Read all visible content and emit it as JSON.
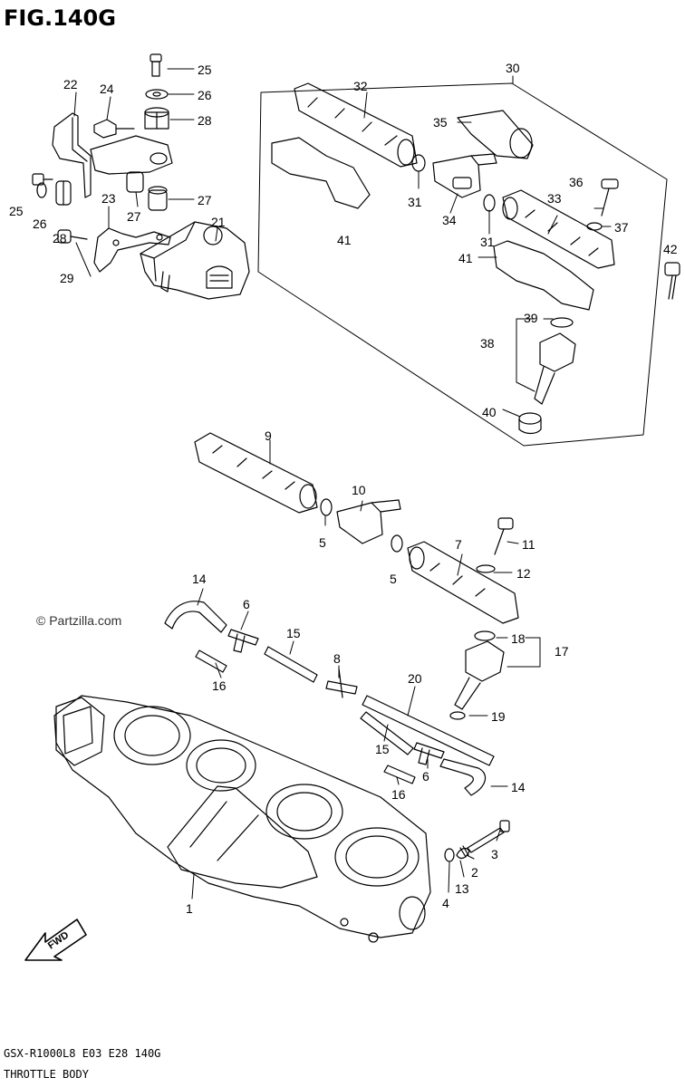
{
  "figure": {
    "title": "FIG.140G",
    "watermark": "© Partzilla.com",
    "footer_model": "GSX-R1000L8  E03  E28  140G",
    "footer_name": "THROTTLE BODY",
    "fwd_label": "FWD"
  },
  "callouts": [
    {
      "id": "c25a",
      "text": "25"
    },
    {
      "id": "c26a",
      "text": "26"
    },
    {
      "id": "c28a",
      "text": "28"
    },
    {
      "id": "c22",
      "text": "22"
    },
    {
      "id": "c24",
      "text": "24"
    },
    {
      "id": "c25b",
      "text": "25"
    },
    {
      "id": "c26b",
      "text": "26"
    },
    {
      "id": "c28b",
      "text": "28"
    },
    {
      "id": "c23",
      "text": "23"
    },
    {
      "id": "c27a",
      "text": "27"
    },
    {
      "id": "c27b",
      "text": "27"
    },
    {
      "id": "c21",
      "text": "21"
    },
    {
      "id": "c29",
      "text": "29"
    },
    {
      "id": "c30",
      "text": "30"
    },
    {
      "id": "c32",
      "text": "32"
    },
    {
      "id": "c35",
      "text": "35"
    },
    {
      "id": "c31a",
      "text": "31"
    },
    {
      "id": "c34",
      "text": "34"
    },
    {
      "id": "c31b",
      "text": "31"
    },
    {
      "id": "c33",
      "text": "33"
    },
    {
      "id": "c36",
      "text": "36"
    },
    {
      "id": "c37",
      "text": "37"
    },
    {
      "id": "c41a",
      "text": "41"
    },
    {
      "id": "c41b",
      "text": "41"
    },
    {
      "id": "c42",
      "text": "42"
    },
    {
      "id": "c39",
      "text": "39"
    },
    {
      "id": "c38",
      "text": "38"
    },
    {
      "id": "c40",
      "text": "40"
    },
    {
      "id": "c9",
      "text": "9"
    },
    {
      "id": "c10",
      "text": "10"
    },
    {
      "id": "c5a",
      "text": "5"
    },
    {
      "id": "c7",
      "text": "7"
    },
    {
      "id": "c11",
      "text": "11"
    },
    {
      "id": "c5b",
      "text": "5"
    },
    {
      "id": "c12",
      "text": "12"
    },
    {
      "id": "c14a",
      "text": "14"
    },
    {
      "id": "c6a",
      "text": "6"
    },
    {
      "id": "c15a",
      "text": "15"
    },
    {
      "id": "c16a",
      "text": "16"
    },
    {
      "id": "c8",
      "text": "8"
    },
    {
      "id": "c18",
      "text": "18"
    },
    {
      "id": "c17",
      "text": "17"
    },
    {
      "id": "c20",
      "text": "20"
    },
    {
      "id": "c19",
      "text": "19"
    },
    {
      "id": "c15b",
      "text": "15"
    },
    {
      "id": "c6b",
      "text": "6"
    },
    {
      "id": "c16b",
      "text": "16"
    },
    {
      "id": "c14b",
      "text": "14"
    },
    {
      "id": "c3",
      "text": "3"
    },
    {
      "id": "c2",
      "text": "2"
    },
    {
      "id": "c13",
      "text": "13"
    },
    {
      "id": "c4",
      "text": "4"
    },
    {
      "id": "c1",
      "text": "1"
    }
  ]
}
